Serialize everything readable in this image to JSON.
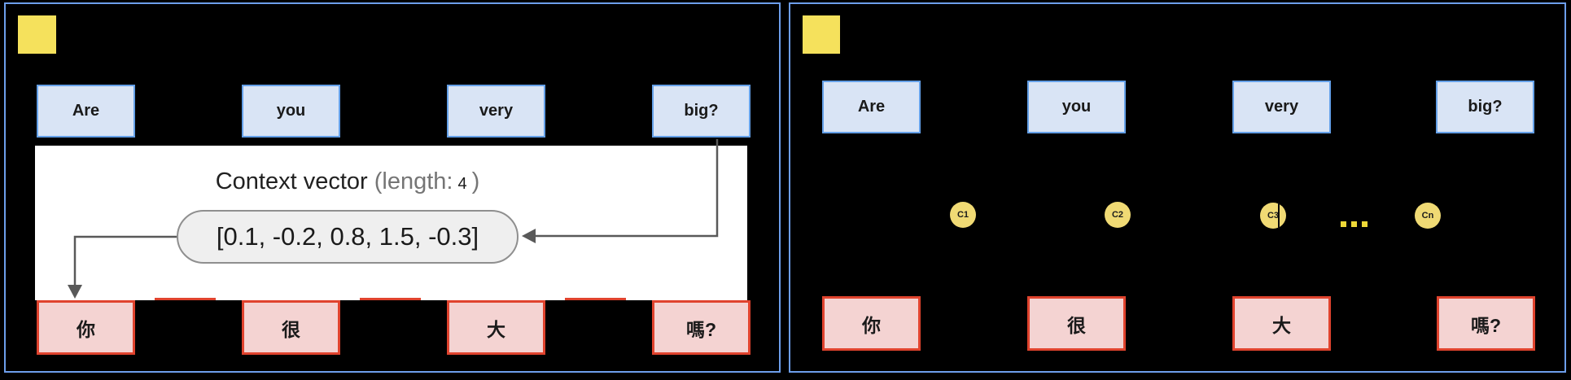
{
  "figure": {
    "description_colors": {
      "panel_border": "#6d9eeb",
      "english_box_fill": "#d9e4f5",
      "english_box_border": "#64a0e8",
      "chinese_box_fill": "#f4d3d2",
      "chinese_box_border": "#e0432e",
      "yellow_marker": "#f5e15c",
      "context_circle_fill": "#f0da74",
      "arrow_gray": "#595959",
      "pill_fill": "#efefef",
      "white_band": "#ffffff"
    }
  },
  "left": {
    "top_words": [
      "Are",
      "you",
      "very",
      "big?"
    ],
    "bottom_words": [
      "你",
      "很",
      "大",
      "嗎?"
    ],
    "context": {
      "title_main": "Context vector",
      "paren_open": "(length:",
      "length_value": "4",
      "paren_close": ")",
      "vector_text": "[0.1, -0.2, 0.8, 1.5, -0.3]"
    }
  },
  "right": {
    "top_words": [
      "Are",
      "you",
      "very",
      "big?"
    ],
    "bottom_words": [
      "你",
      "很",
      "大",
      "嗎?"
    ],
    "context_nodes": [
      "C1",
      "C2",
      "C3",
      "Cn"
    ],
    "ellipsis": "..."
  }
}
